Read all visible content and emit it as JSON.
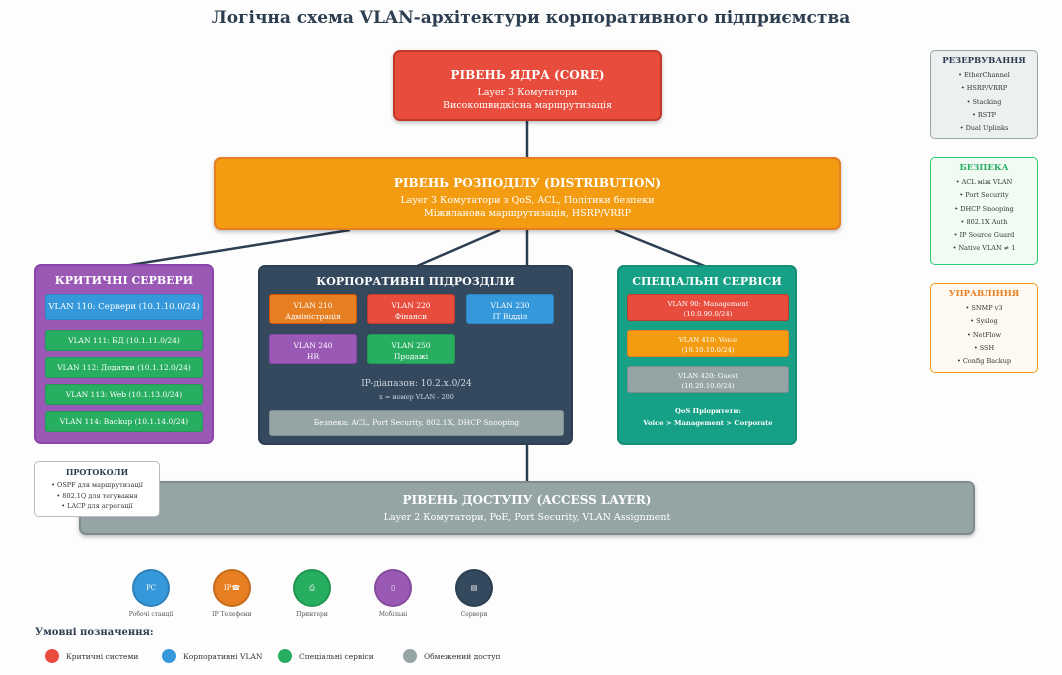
{
  "title": "Логічна схема VLAN-архітектури корпоративного підприємства",
  "core": {
    "heading": "РІВЕНЬ ЯДРА (CORE)",
    "line1": "Layer 3 Комутатори",
    "line2": "Високошвидкісна маршрутизація"
  },
  "distribution": {
    "heading": "РІВЕНЬ РОЗПОДІЛУ (DISTRIBUTION)",
    "line1": "Layer 3 Комутатори з QoS, ACL, Політики безпеки",
    "line2": "Міжвланова маршрутизація, HSRP/VRRP"
  },
  "critical": {
    "heading": "КРИТИЧНІ СЕРВЕРИ",
    "vlans": [
      "VLAN 110: Сервери (10.1.10.0/24)",
      "VLAN 111: БД (10.1.11.0/24)",
      "VLAN 112: Додатки (10.1.12.0/24)",
      "VLAN 113: Web (10.1.13.0/24)",
      "VLAN 114: Backup (10.1.14.0/24)"
    ]
  },
  "corporate": {
    "heading": "КОРПОРАТИВНІ ПІДРОЗДІЛИ",
    "vlans": [
      {
        "id": "VLAN 210",
        "name": "Адміністрація"
      },
      {
        "id": "VLAN 220",
        "name": "Фінанси"
      },
      {
        "id": "VLAN 230",
        "name": "IT Відділ"
      },
      {
        "id": "VLAN 240",
        "name": "HR"
      },
      {
        "id": "VLAN 250",
        "name": "Продажі"
      }
    ],
    "ip_range": "IP-діапазон: 10.2.x.0/24",
    "ip_note": "x = номер VLAN - 200",
    "security": "Безпека: ACL, Port Security, 802.1X, DHCP Snooping"
  },
  "special": {
    "heading": "СПЕЦІАЛЬНІ СЕРВІСИ",
    "vlans": [
      {
        "id": "VLAN 90: Management",
        "net": "(10.0.90.0/24)"
      },
      {
        "id": "VLAN 410: Voice",
        "net": "(10.10.10.0/24)"
      },
      {
        "id": "VLAN 420: Guest",
        "net": "(10.20.10.0/24)"
      }
    ],
    "qos_title": "QoS Пріоритети:",
    "qos_order": "Voice > Management > Corporate"
  },
  "redundancy": {
    "heading": "РЕЗЕРВУВАННЯ",
    "items": [
      "• EtherChannel",
      "• HSRP/VRRP",
      "• Stacking",
      "• RSTP",
      "• Dual Uplinks"
    ]
  },
  "security_box": {
    "heading": "БЕЗПЕКА",
    "items": [
      "• ACL між VLAN",
      "• Port Security",
      "• DHCP Snooping",
      "• 802.1X Auth",
      "• IP Source Guard",
      "• Native VLAN ≠ 1"
    ]
  },
  "management": {
    "heading": "УПРАВЛІННЯ",
    "items": [
      "• SNMP v3",
      "• Syslog",
      "• NetFlow",
      "• SSH",
      "• Config Backup"
    ]
  },
  "protocols": {
    "heading": "ПРОТОКОЛИ",
    "items": [
      "• OSPF для маршрутизації",
      "• 802.1Q для тегування",
      "• LACP для агрегації"
    ]
  },
  "access": {
    "heading": "РІВЕНЬ ДОСТУПУ (ACCESS LAYER)",
    "line1": "Layer 2 Комутатори, PoE, Port Security, VLAN Assignment"
  },
  "devices": [
    {
      "icon": "PC",
      "label": "Робочі станції",
      "color": "#3498db"
    },
    {
      "icon": "IP☎",
      "label": "IP Телефони",
      "color": "#e67e22"
    },
    {
      "icon": "⎙",
      "label": "Принтери",
      "color": "#27ae60"
    },
    {
      "icon": "▯",
      "label": "Мобільні",
      "color": "#9b59b6"
    },
    {
      "icon": "▤",
      "label": "Сервери",
      "color": "#34495e"
    }
  ],
  "legend": {
    "title": "Умовні позначення:",
    "items": [
      {
        "label": "Критичні системи",
        "color": "#e74c3c"
      },
      {
        "label": "Корпоративні VLAN",
        "color": "#3498db"
      },
      {
        "label": "Спеціальні сервіси",
        "color": "#27ae60"
      },
      {
        "label": "Обмежений доступ",
        "color": "#95a5a6"
      }
    ]
  }
}
